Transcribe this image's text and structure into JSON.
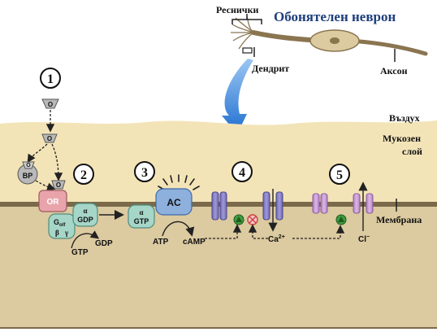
{
  "neuron": {
    "title": "Обонятелен неврон",
    "cilia_label": "Реснички",
    "dendrite_label": "Дендрит",
    "axon_label": "Аксон"
  },
  "layers": {
    "air": "Въздух",
    "mucus_line1": "Мукозен",
    "mucus_line2": "слой",
    "membrane": "Мембрана"
  },
  "steps": [
    "1",
    "2",
    "3",
    "4",
    "5"
  ],
  "molecules": {
    "odorant": "O",
    "bp": "BP",
    "or": "OR",
    "golf": "G",
    "golf_sub": "olf",
    "beta": "β",
    "gamma": "γ",
    "alpha": "α",
    "gdp": "GDP",
    "gtp": "GTP",
    "ac": "AC",
    "atp": "ATP",
    "camp": "cAMP",
    "ca": "Ca",
    "ca_charge": "2+",
    "cl": "Cl",
    "cl_charge": "−"
  },
  "colors": {
    "mucus": "#f3e4b8",
    "cell_body": "#dccaa0",
    "membrane": "#7a6a4a",
    "or_receptor": "#e9a4ab",
    "g_protein": "#a6d6c8",
    "adenylyl_cyclase": "#8db0dd",
    "cng_channel": "#8d87c8",
    "cl_channel": "#c9a0d4",
    "arrow_blue": "#1f6fd0",
    "title_blue": "#1e3f7c",
    "activator_green": "#3f9b3f",
    "inhibitor_red": "#d04040"
  }
}
